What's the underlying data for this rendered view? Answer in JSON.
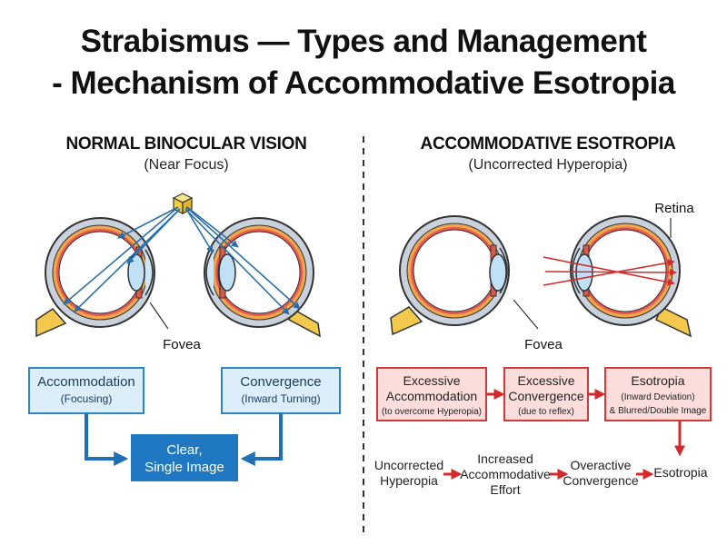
{
  "title": {
    "line1": "Strabismus — Types and Management",
    "line2": "- Mechanism of Accommodative Esotropia"
  },
  "left_panel": {
    "heading": "NORMAL BINOCULAR VISION",
    "subheading": "(Near Focus)",
    "fovea_label": "Fovea",
    "accommodation": {
      "title": "Accommodation",
      "detail": "(Focusing)"
    },
    "convergence": {
      "title": "Convergence",
      "detail": "(Inward Turning)"
    },
    "result": {
      "line1": "Clear,",
      "line2": "Single Image"
    }
  },
  "right_panel": {
    "heading": "ACCOMMODATIVE ESOTROPIA",
    "subheading": "(Uncorrected Hyperopia)",
    "retina_label": "Retina",
    "fovea_label": "Fovea",
    "boxes": [
      {
        "line1": "Excessive",
        "line2": "Accommodation",
        "detail": "(to overcome Hyperopia)"
      },
      {
        "line1": "Excessive",
        "line2": "Convergence",
        "detail": "(due to reflex)"
      },
      {
        "line1": "Esotropia",
        "line2": "(Inward Deviation)",
        "detail": "& Blurred/Double Image"
      }
    ],
    "chain": [
      {
        "line1": "Uncorrected",
        "line2": "Hyperopia",
        "line3": ""
      },
      {
        "line1": "Increased",
        "line2": "Accommodative",
        "line3": "Effort"
      },
      {
        "line1": "Overactive",
        "line2": "Convergence",
        "line3": ""
      },
      {
        "line1": "Esotropia",
        "line2": "",
        "line3": ""
      }
    ]
  },
  "colors": {
    "blue_box_fill": "#dceefa",
    "blue_box_stroke": "#2f86c6",
    "blue_arrow": "#1f6fb6",
    "result_fill": "#1f78c1",
    "red_box_fill": "#fbdedc",
    "red_box_stroke": "#d23a3a",
    "red_arrow": "#d42a2a",
    "ray_blue": "#2a6ea8",
    "object_yellow": "#f5cf3a",
    "optic_nerve": "#f2c94c",
    "sclera_ring": "#c9d2dc",
    "choroid": "#f0a64a",
    "retina": "#e9574f"
  }
}
